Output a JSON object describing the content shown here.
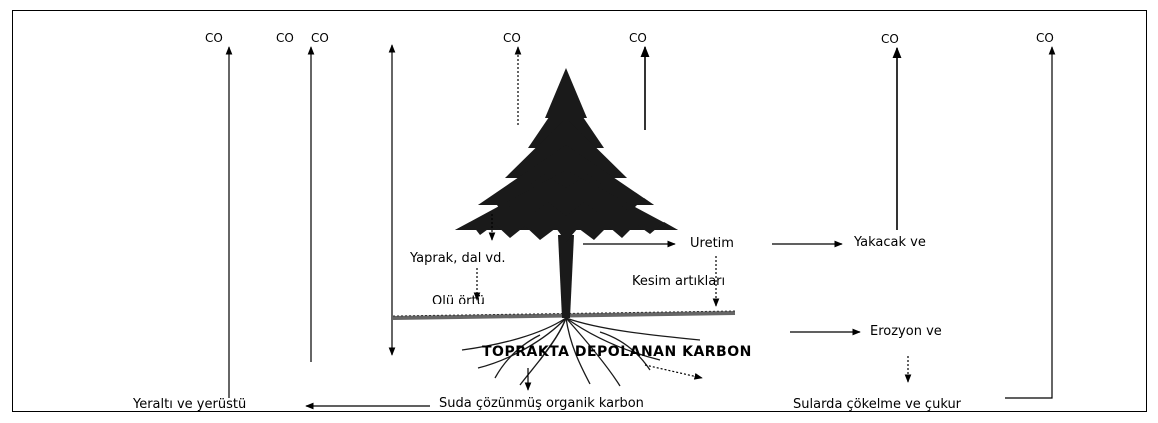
{
  "co_label": "CO",
  "labels": {
    "yaprak": "Yaprak, dal vd.",
    "olu_ortu": "Ölü örtü",
    "uretim": "Üretim",
    "kesim": "Kesim artıkları",
    "yakacak": "Yakacak ve",
    "erozyon": "Erozyon ve",
    "toprakta": "TOPRAKTA DEPOLANAN KARBON",
    "yeralti": "Yeraltı ve yerüstü",
    "suda": "Suda çözünmüş organik karbon",
    "sularda": "Sularda çökelme ve çukur"
  },
  "colors": {
    "ink": "#000000",
    "tree": "#1a1a1a",
    "ground": "#555555"
  }
}
